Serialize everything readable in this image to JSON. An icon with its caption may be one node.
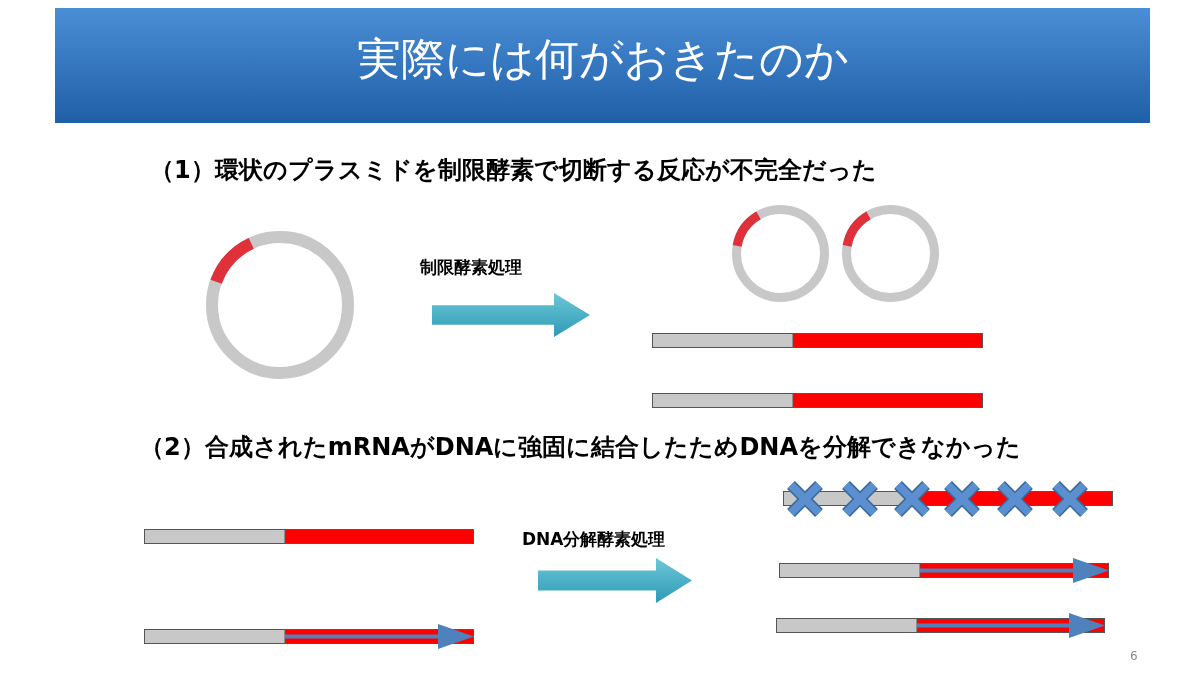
{
  "diagram": {
    "title": "実際には何がおきたのか",
    "nodes": [
      {
        "text": [],
        "shape": "circle"
      },
      {
        "text": [],
        "shape": "arrow",
        "beside": [
          "制限酵素処理"
        ]
      },
      {
        "text": [],
        "shape": "circle"
      },
      {
        "text": [],
        "shape": "circle"
      },
      {
        "text": [],
        "shape": "bar"
      },
      {
        "text": [],
        "shape": "bar"
      },
      {
        "text": [],
        "shape": "bar"
      },
      {
        "text": [],
        "shape": "bar"
      },
      {
        "text": [],
        "shape": "arrow",
        "beside": [
          "DNA分解酵素処理"
        ]
      },
      {
        "text": [],
        "shape": "bar"
      },
      {
        "text": [],
        "shape": "bar"
      },
      {
        "text": [],
        "shape": "bar"
      }
    ],
    "labels": [
      "（1）環状のプラスミドを制限酵素で切断する反応が不完全だった",
      "（2）合成されたmRNAがDNAに強固に結合したためDNAを分解できなかった",
      "6"
    ]
  }
}
